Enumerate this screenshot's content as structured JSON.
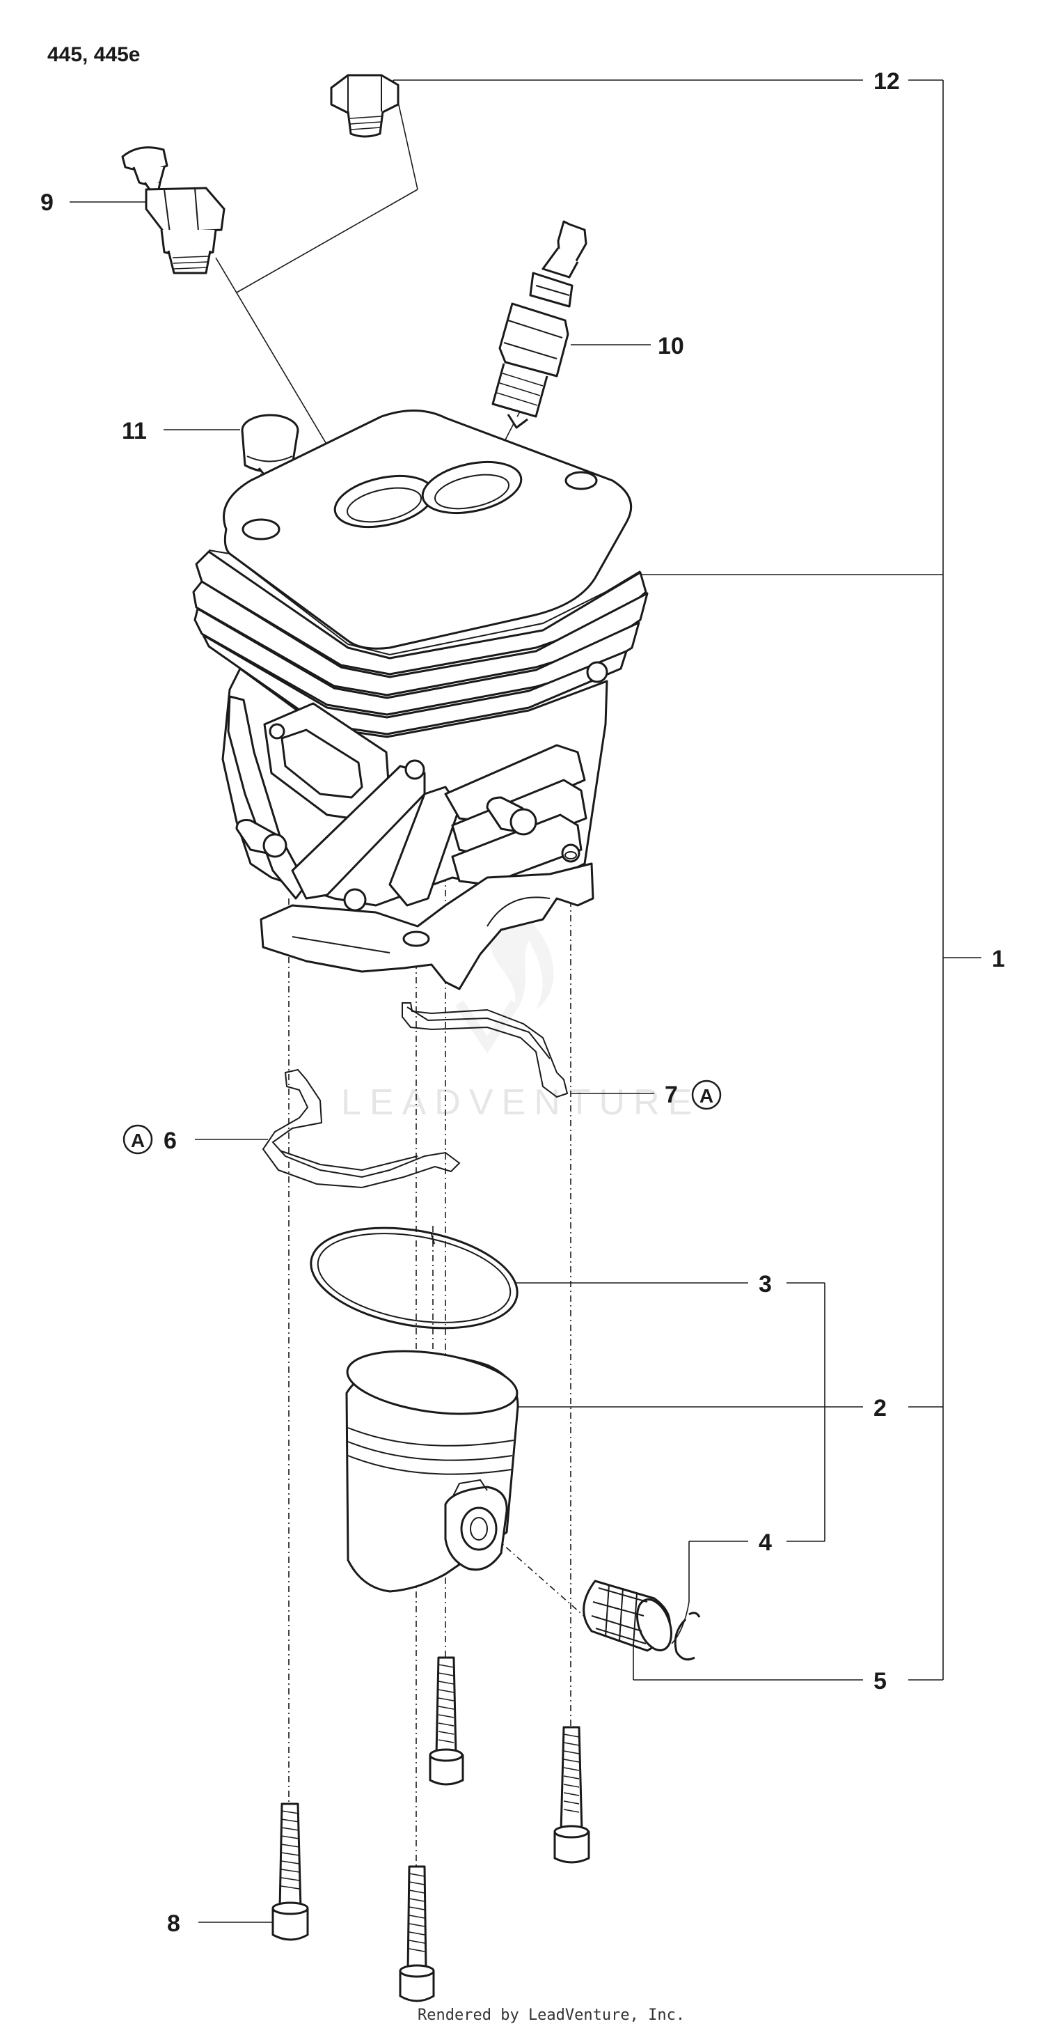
{
  "title": "445, 445e",
  "footer": "Rendered by LeadVenture, Inc.",
  "watermark": "LEADVENTURE",
  "callouts": {
    "c1": "1",
    "c2": "2",
    "c3": "3",
    "c4": "4",
    "c5": "5",
    "c6": "6",
    "c7": "7",
    "c8": "8",
    "c9": "9",
    "c10": "10",
    "c11": "11",
    "c12": "12",
    "ref_a_6": "A",
    "ref_a_7": "A"
  },
  "colors": {
    "line": "#1a1a1a",
    "background": "#ffffff",
    "watermark": "#e6e6e6"
  }
}
